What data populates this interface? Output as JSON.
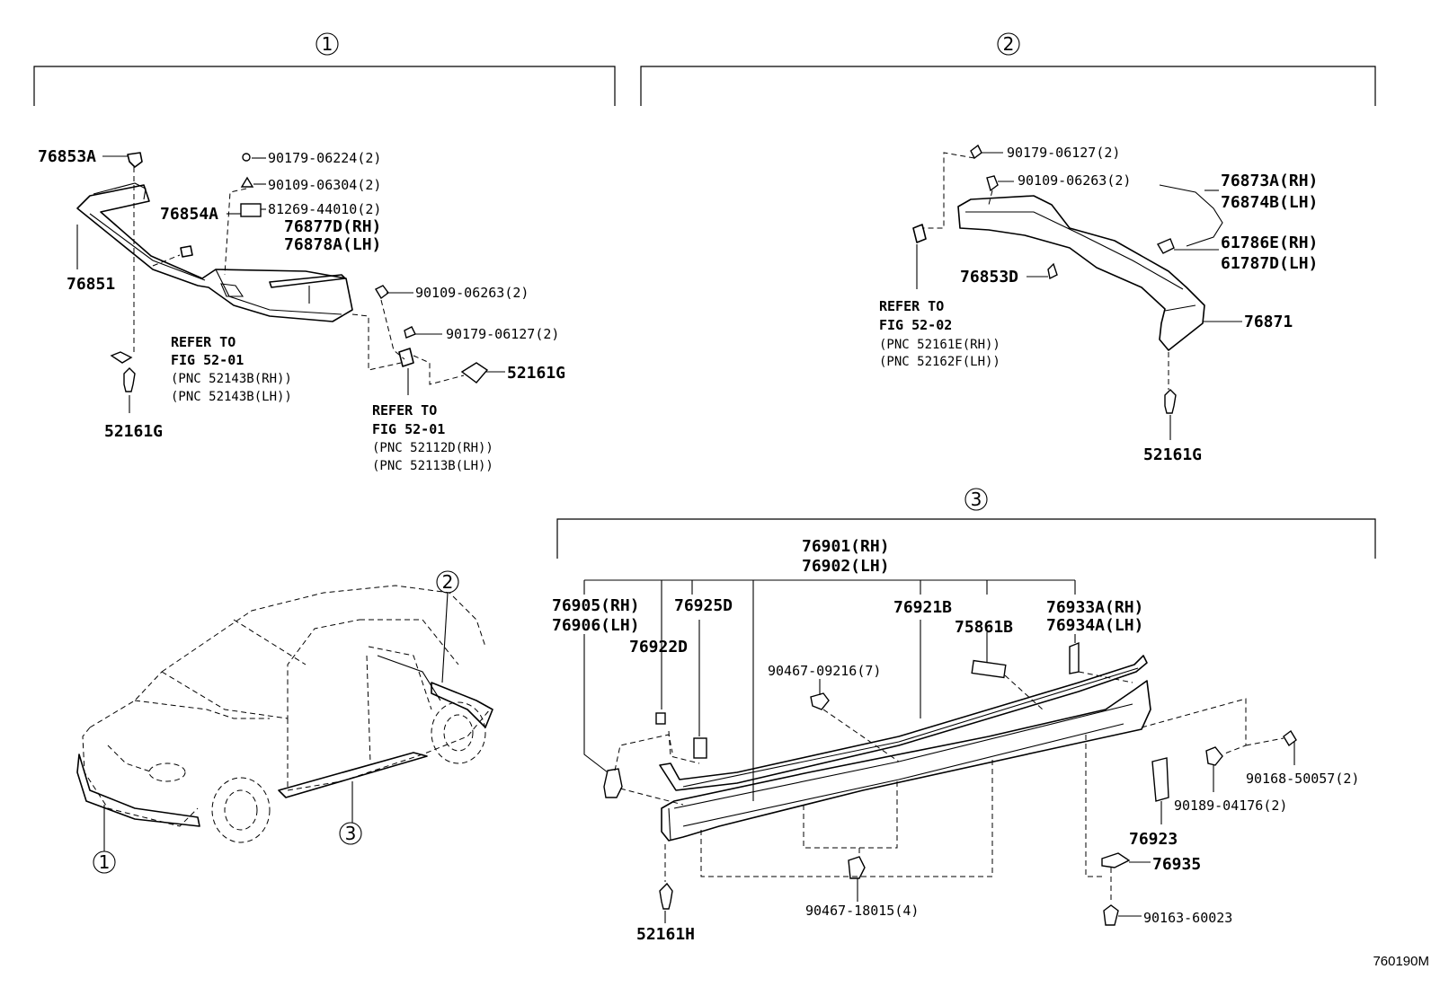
{
  "figure_code": "760190M",
  "sections": {
    "s1": {
      "marker": "1",
      "parts": {
        "p76853A": "76853A",
        "p76854A": "76854A",
        "p76851": "76851",
        "p90179_06224": "90179-06224(2)",
        "p90109_06304": "90109-06304(2)",
        "p81269_44010": "81269-44010(2)",
        "p76877D": "76877D(RH)",
        "p76878A": "76878A(LH)",
        "p90109_06263": "90109-06263(2)",
        "p90179_06127": "90179-06127(2)",
        "p52161G_right": "52161G",
        "p52161G_left": "52161G"
      },
      "ref_left": [
        "REFER TO",
        "FIG 52-01",
        "(PNC 52143B(RH))",
        "(PNC 52143B(LH))"
      ],
      "ref_right": [
        "REFER TO",
        "FIG 52-01",
        "(PNC 52112D(RH))",
        "(PNC 52113B(LH))"
      ]
    },
    "s2": {
      "marker": "2",
      "parts": {
        "p90179_06127": "90179-06127(2)",
        "p90109_06263": "90109-06263(2)",
        "p76873A": "76873A(RH)",
        "p76874B": "76874B(LH)",
        "p61786E": "61786E(RH)",
        "p61787D": "61787D(LH)",
        "p76853D": "76853D",
        "p76871": "76871",
        "p52161G": "52161G"
      },
      "ref": [
        "REFER TO",
        "FIG 52-02",
        "(PNC 52161E(RH))",
        "(PNC 52162F(LH))"
      ]
    },
    "s3": {
      "marker": "3",
      "parts": {
        "p76901": "76901(RH)",
        "p76902": "76902(LH)",
        "p76905": "76905(RH)",
        "p76906": "76906(LH)",
        "p76925D": "76925D",
        "p76922D": "76922D",
        "p76921B": "76921B",
        "p75861B": "75861B",
        "p76933A": "76933A(RH)",
        "p76934A": "76934A(LH)",
        "p90467_09216": "90467-09216(7)",
        "p90168_50057": "90168-50057(2)",
        "p90189_04176": "90189-04176(2)",
        "p76923": "76923",
        "p76935": "76935",
        "p90163_60023": "90163-60023",
        "p90467_18015": "90467-18015(4)",
        "p52161H": "52161H"
      }
    },
    "car_markers": {
      "front": "1",
      "rear": "2",
      "side": "3"
    }
  }
}
